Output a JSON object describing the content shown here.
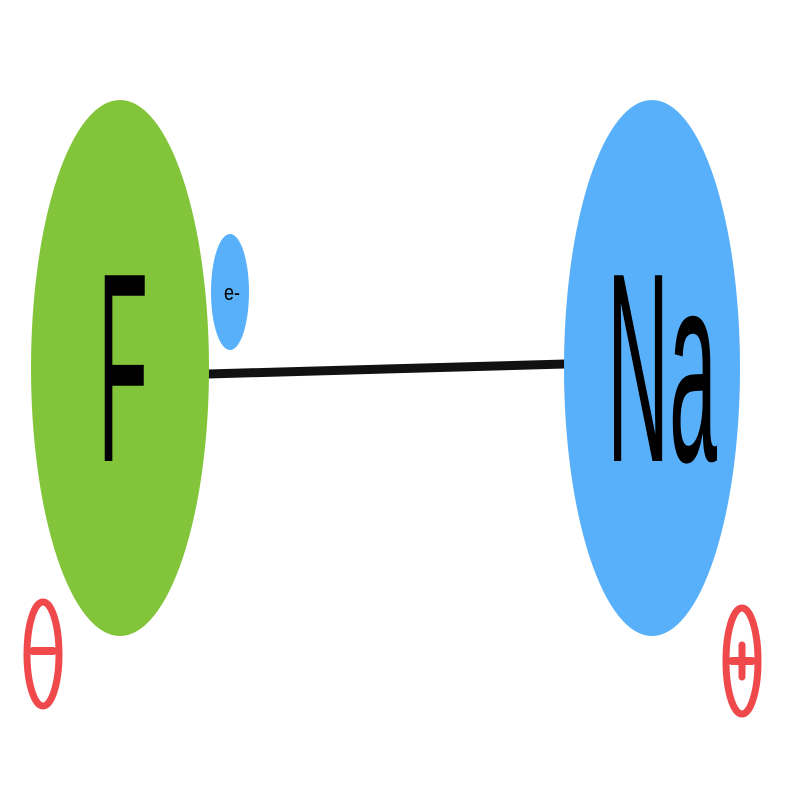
{
  "atoms": [
    {
      "id": "fluorine",
      "symbol": "F",
      "color": "#82c43a",
      "charge": "negative"
    },
    {
      "id": "sodium",
      "symbol": "Na",
      "color": "#58b0fa",
      "charge": "positive"
    }
  ],
  "electron": {
    "label": "e-",
    "color": "#58b0fa"
  },
  "bond": {
    "color": "#111111"
  },
  "charge_color": "#f0494c"
}
